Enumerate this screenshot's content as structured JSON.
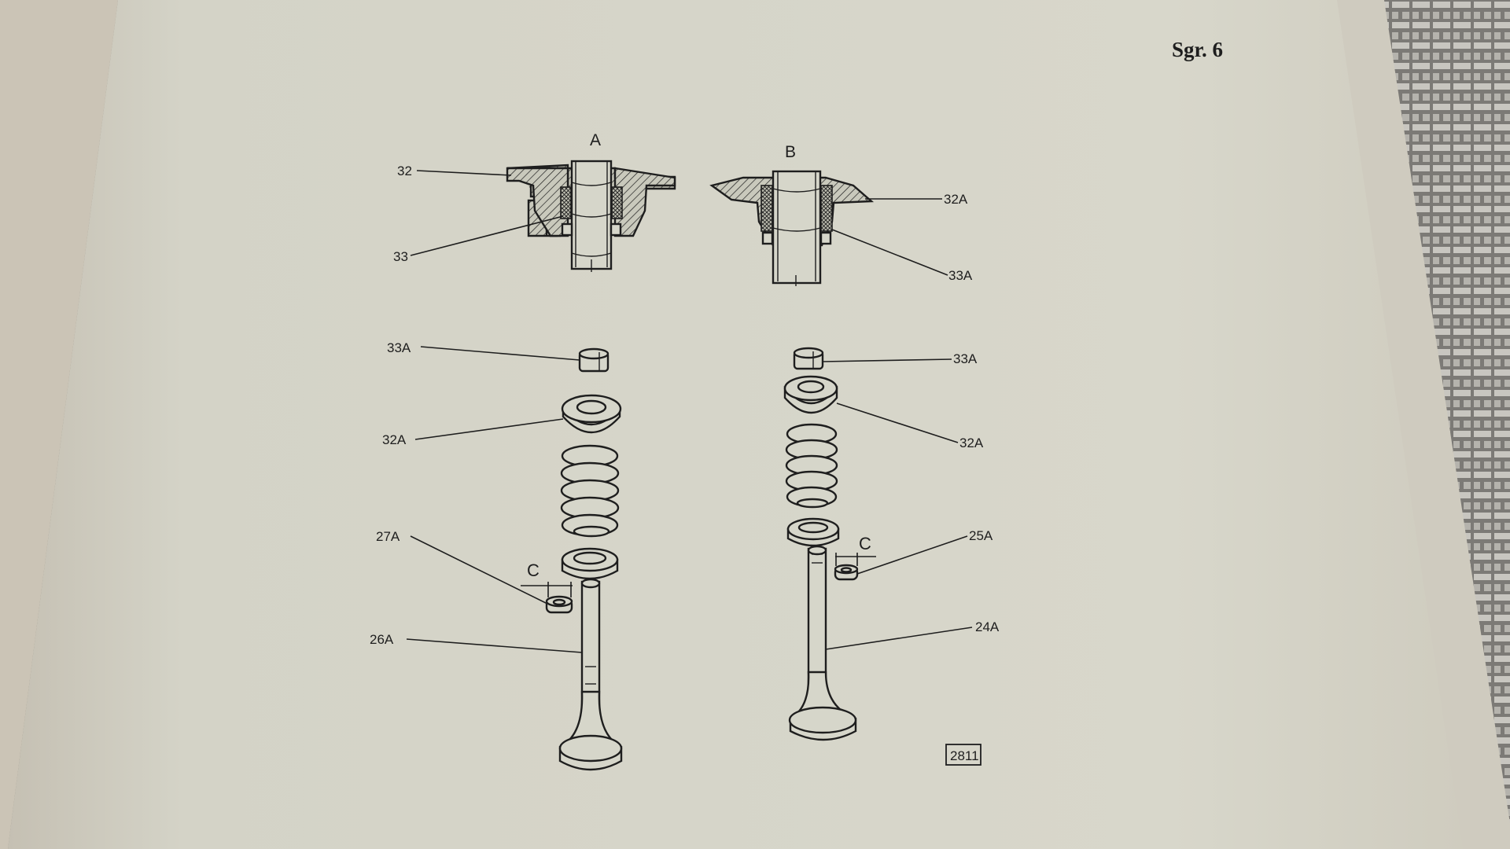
{
  "page_label": "Sgr. 6",
  "figure_number": "2811",
  "views": {
    "A": {
      "title": "A",
      "cap_label": "32",
      "seal_label": "33"
    },
    "B": {
      "title": "B",
      "cap_label": "32A",
      "seal_label": "33A"
    }
  },
  "exploded_left": {
    "keeper": "33A",
    "cap": "32A",
    "seal": "27A",
    "valve": "26A",
    "dimension": "C"
  },
  "exploded_right": {
    "keeper": "33A",
    "cap": "32A",
    "seal": "25A",
    "valve": "24A",
    "dimension": "C"
  },
  "colors": {
    "page": "#d6d6ca",
    "ink": "#1e1e1e",
    "left_page": "#d0cabd",
    "background_mat": "#8f8a7f"
  }
}
